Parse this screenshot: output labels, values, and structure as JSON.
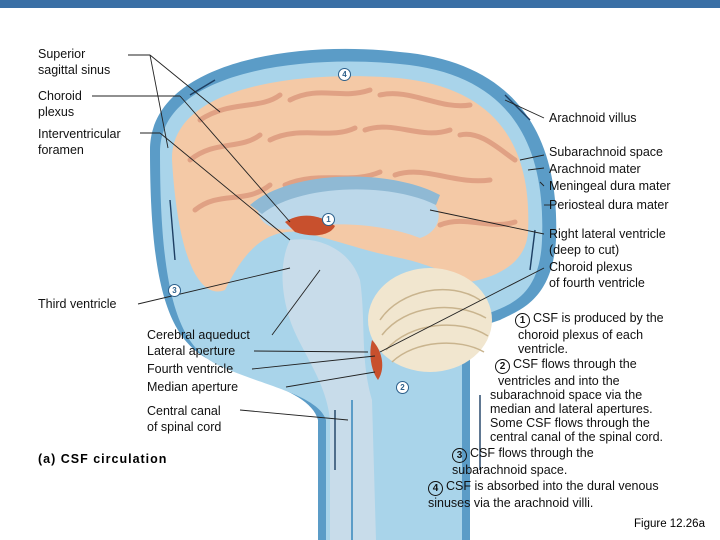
{
  "labels_left": {
    "superior_sagittal_sinus": [
      "Superior",
      "sagittal sinus"
    ],
    "choroid_plexus": [
      "Choroid",
      "plexus"
    ],
    "interventricular_foramen": [
      "Interventricular",
      "foramen"
    ],
    "third_ventricle": "Third ventricle",
    "cerebral_aqueduct": "Cerebral aqueduct",
    "lateral_aperture": "Lateral aperture",
    "fourth_ventricle": "Fourth ventricle",
    "median_aperture": "Median aperture",
    "central_canal": [
      "Central canal",
      "of spinal cord"
    ]
  },
  "labels_right": {
    "arachnoid_villus": "Arachnoid villus",
    "subarachnoid_space": "Subarachnoid space",
    "arachnoid_mater": "Arachnoid mater",
    "meningeal_dura_mater": "Meningeal dura mater",
    "periosteal_dura_mater": "Periosteal dura mater",
    "right_lateral_ventricle": [
      "Right lateral ventricle",
      "(deep to cut)"
    ],
    "choroid_plexus_fourth": [
      "Choroid plexus",
      "of fourth ventricle"
    ]
  },
  "steps": [
    {
      "num": "1",
      "lines": [
        "CSF is produced by the",
        "choroid plexus of each",
        "ventricle."
      ]
    },
    {
      "num": "2",
      "lines": [
        "CSF flows through the",
        "ventricles and into the",
        "subarachnoid space via the",
        "median and lateral apertures.",
        "Some CSF flows through the",
        "central canal of the spinal cord."
      ]
    },
    {
      "num": "3",
      "lines": [
        "CSF flows through the",
        "subarachnoid space."
      ]
    },
    {
      "num": "4",
      "lines": [
        "CSF is absorbed into the dural venous",
        "sinuses via the arachnoid villi."
      ]
    }
  ],
  "markers": [
    "1",
    "2",
    "3",
    "4"
  ],
  "caption": "(a)  CSF circulation",
  "figure_label": "Figure 12.26a",
  "colors": {
    "csf_blue": "#a9d4ea",
    "dura_blue": "#5b9cc7",
    "brain_tan": "#f4c9a6",
    "brain_gyri": "#e8a987",
    "brainstem": "#c8dcea",
    "choroid_red": "#c8502d",
    "leader": "#222222",
    "top_bar": "#3a6fa5"
  }
}
